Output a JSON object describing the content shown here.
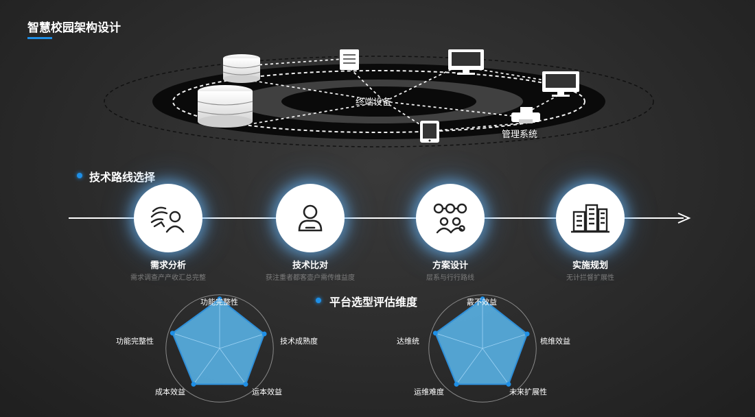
{
  "title": "智慧校园架构设计",
  "diagram": {
    "hub_label": "终端设备",
    "system_label": "管理系统",
    "icons": [
      "database-icon",
      "document-icon",
      "monitor-icon",
      "tablet-icon",
      "printer-icon"
    ]
  },
  "route": {
    "heading": "技术路线选择",
    "steps": [
      {
        "title": "需求分析",
        "desc": "需求调查产产收汇总完整",
        "icon": "voice-person-icon"
      },
      {
        "title": "技术比对",
        "desc": "获注重者都客壶户需传维益度",
        "icon": "user-icon"
      },
      {
        "title": "方案设计",
        "desc": "层系与行行路线",
        "icon": "network-users-icon"
      },
      {
        "title": "实施规划",
        "desc": "无计拦督扩展性",
        "icon": "buildings-icon"
      }
    ]
  },
  "eval": {
    "heading": "平台选型评估维度",
    "radar_left": {
      "labels": [
        "功能完整性",
        "技术成熟度",
        "运本效益",
        "成本效益",
        "功能完整性"
      ],
      "values": [
        0.95,
        0.9,
        0.85,
        0.85,
        0.95
      ]
    },
    "radar_right": {
      "labels": [
        "霰不效益",
        "梳维效益",
        "未来扩展性",
        "运维难度",
        "达维统"
      ],
      "values": [
        0.95,
        0.9,
        0.85,
        0.85,
        0.95
      ]
    }
  },
  "colors": {
    "accent": "#1e8fe6",
    "radar_fill": "#5ab8ee",
    "radar_stroke": "#2f8fd8"
  }
}
